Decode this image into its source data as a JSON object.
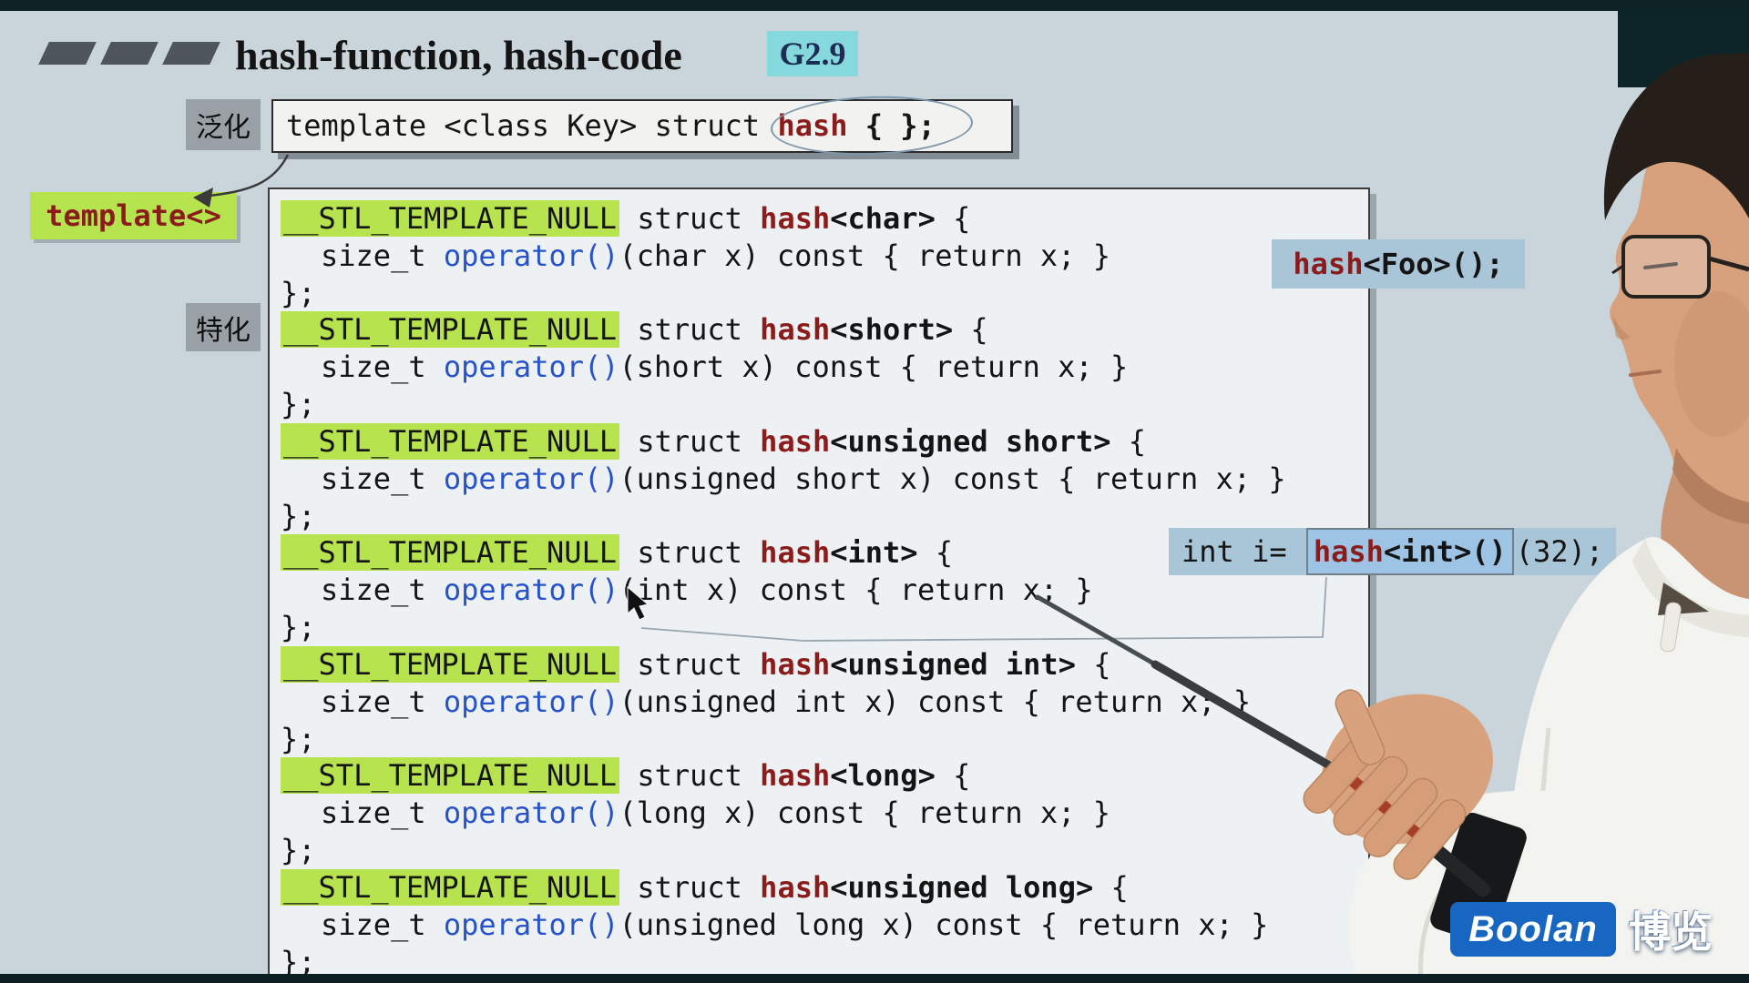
{
  "header": {
    "title": "hash-function, hash-code",
    "badge": "G2.9"
  },
  "side_labels": {
    "generalization": "泛化",
    "specialization": "特化",
    "template_tag": "template<>"
  },
  "generalization_box": {
    "pre": "template <class Key> struct ",
    "hash": "hash",
    "post": " { };"
  },
  "callouts": {
    "hash_foo": {
      "hash": "hash",
      "rest": "<Foo>();"
    },
    "hash_int": {
      "pre": "int i= ",
      "hash": "hash",
      "boxed_rest": "<int>()",
      "post": "(32);"
    }
  },
  "code": {
    "groups": [
      {
        "macro": "__STL_TEMPLATE_NULL",
        "head_pre": " struct ",
        "hash": "hash",
        "type": "<char>",
        "head_post": " {",
        "body_pre": "size_t ",
        "op": "operator()",
        "body_post": "(char x) const { return x; }",
        "close": "};"
      },
      {
        "macro": "__STL_TEMPLATE_NULL",
        "head_pre": " struct ",
        "hash": "hash",
        "type": "<short>",
        "head_post": " {",
        "body_pre": "size_t ",
        "op": "operator()",
        "body_post": "(short x) const { return x; }",
        "close": "};"
      },
      {
        "macro": "__STL_TEMPLATE_NULL",
        "head_pre": " struct ",
        "hash": "hash",
        "type": "<unsigned short>",
        "head_post": " {",
        "body_pre": "size_t ",
        "op": "operator()",
        "body_post": "(unsigned short x) const { return x; }",
        "close": "};"
      },
      {
        "macro": "__STL_TEMPLATE_NULL",
        "head_pre": " struct ",
        "hash": "hash",
        "type": "<int>",
        "head_post": " {",
        "body_pre": "size_t ",
        "op": "operator()",
        "body_post": "(int x) const { return x; }",
        "close": "};"
      },
      {
        "macro": "__STL_TEMPLATE_NULL",
        "head_pre": " struct ",
        "hash": "hash",
        "type": "<unsigned int>",
        "head_post": " {",
        "body_pre": "size_t ",
        "op": "operator()",
        "body_post": "(unsigned int x) const { return x; }",
        "close": "};"
      },
      {
        "macro": "__STL_TEMPLATE_NULL",
        "head_pre": " struct ",
        "hash": "hash",
        "type": "<long>",
        "head_post": " {",
        "body_pre": "size_t ",
        "op": "operator()",
        "body_post": "(long x) const { return x; }",
        "close": "};"
      },
      {
        "macro": "__STL_TEMPLATE_NULL",
        "head_pre": " struct ",
        "hash": "hash",
        "type": "<unsigned long>",
        "head_post": " {",
        "body_pre": "size_t ",
        "op": "operator()",
        "body_post": "(unsigned long x) const { return x; }",
        "close": "};"
      }
    ]
  },
  "logo": {
    "name": "Boolan",
    "cjk": "博览"
  },
  "palette": {
    "highlight_green": "#b7e34e",
    "hash_maroon": "#8b1c1c",
    "operator_blue": "#2653c9",
    "badge_cyan": "#85d8dc",
    "callout_blue": "#a9c6d8",
    "logo_blue": "#1766c2"
  }
}
